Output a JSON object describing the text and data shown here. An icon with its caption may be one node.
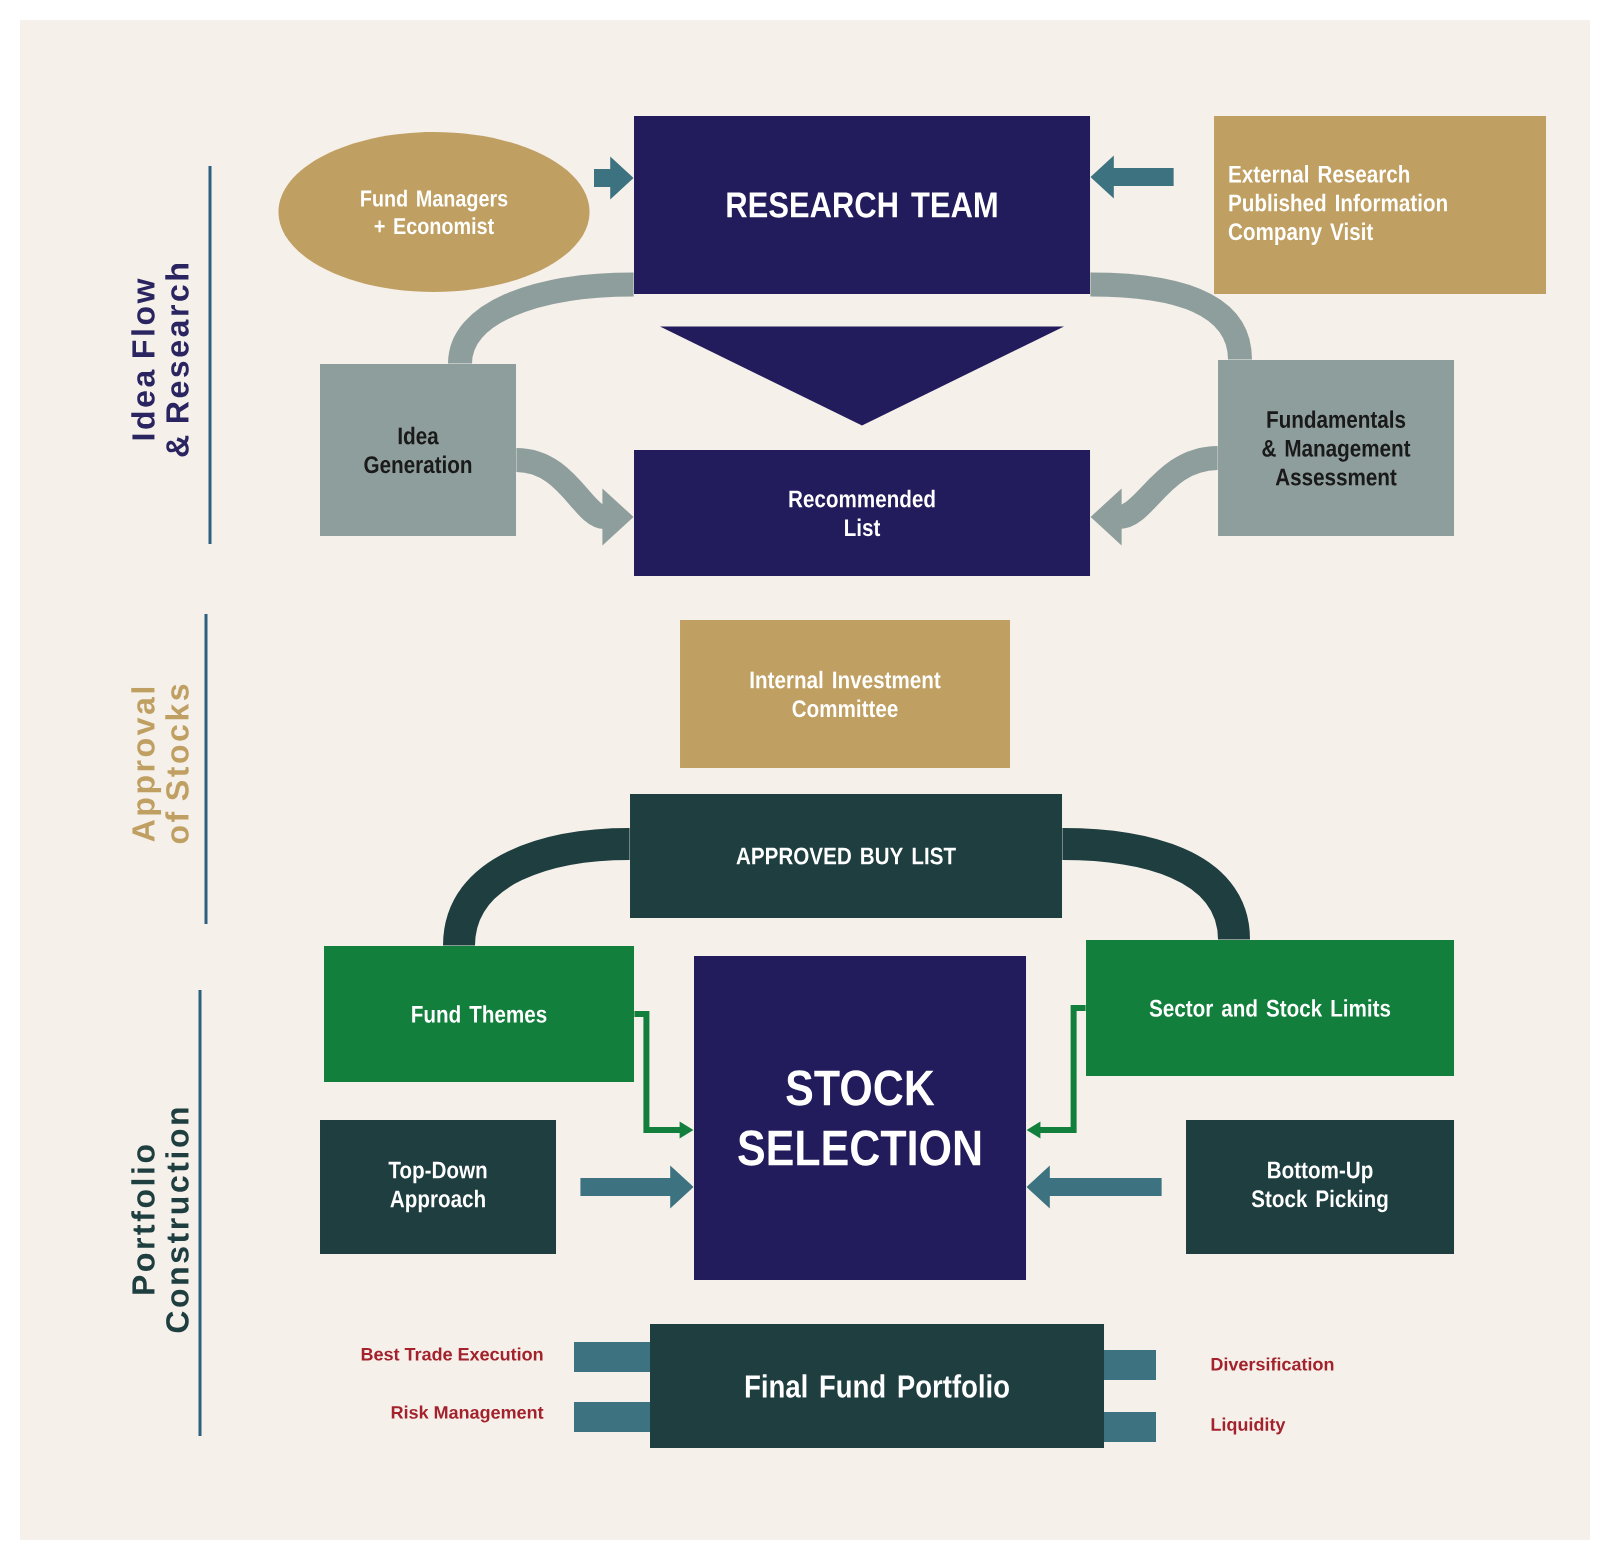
{
  "diagram": {
    "nodes": [
      {
        "text": [
          "Fund Managers + Economist"
        ]
      },
      {
        "text": [
          "RESEARCH TEAM"
        ]
      },
      {
        "text": [
          "External Research",
          "Published Information",
          "Company Visit"
        ]
      },
      {
        "text": [
          "Idea Generation"
        ]
      },
      {
        "text": [
          "Fundamentals & Management Assessment"
        ]
      },
      {
        "text": [
          "Recommended List"
        ]
      },
      {
        "text": [
          "Internal Investment Committee"
        ]
      },
      {
        "text": [
          "APPROVED BUY LIST"
        ]
      },
      {
        "text": [
          "Fund Themes"
        ]
      },
      {
        "text": [
          "Sector and Stock Limits"
        ]
      },
      {
        "text": [
          "STOCK SELECTION"
        ]
      },
      {
        "text": [
          "Top-Down Approach"
        ]
      },
      {
        "text": [
          "Bottom-Up Stock Picking"
        ]
      },
      {
        "text": [
          "Final Fund Portfolio"
        ]
      }
    ],
    "edges": [
      {
        "from": 0,
        "to": 1,
        "arrow": "to"
      },
      {
        "from": 2,
        "to": 1,
        "arrow": "to"
      },
      {
        "from": 1,
        "to": 3,
        "arrow": "none",
        "color": "#8e9e9c"
      },
      {
        "from": 3,
        "to": 5,
        "arrow": "to",
        "color": "#8e9e9c"
      },
      {
        "from": 1,
        "to": 4,
        "arrow": "none",
        "color": "#8e9e9c"
      },
      {
        "from": 4,
        "to": 5,
        "arrow": "to",
        "color": "#8e9e9c"
      },
      {
        "from": 1,
        "to": 5,
        "arrow": "to",
        "color": "#231c5c"
      },
      {
        "from": 7,
        "to": 8,
        "arrow": "none",
        "color": "#1f3e40"
      },
      {
        "from": 7,
        "to": 9,
        "arrow": "none",
        "color": "#1f3e40"
      },
      {
        "from": 8,
        "to": 10,
        "arrow": "to",
        "color": "#12803c"
      },
      {
        "from": 9,
        "to": 10,
        "arrow": "to",
        "color": "#12803c"
      },
      {
        "from": 11,
        "to": 10,
        "arrow": "to"
      },
      {
        "from": 12,
        "to": 10,
        "arrow": "to"
      }
    ],
    "labels": [
      "Idea Flow & Research",
      "Approval of Stocks",
      "Portfolio Construction",
      "Best Trade Execution",
      "Diversification",
      "Risk Management",
      "Liquidity"
    ]
  }
}
